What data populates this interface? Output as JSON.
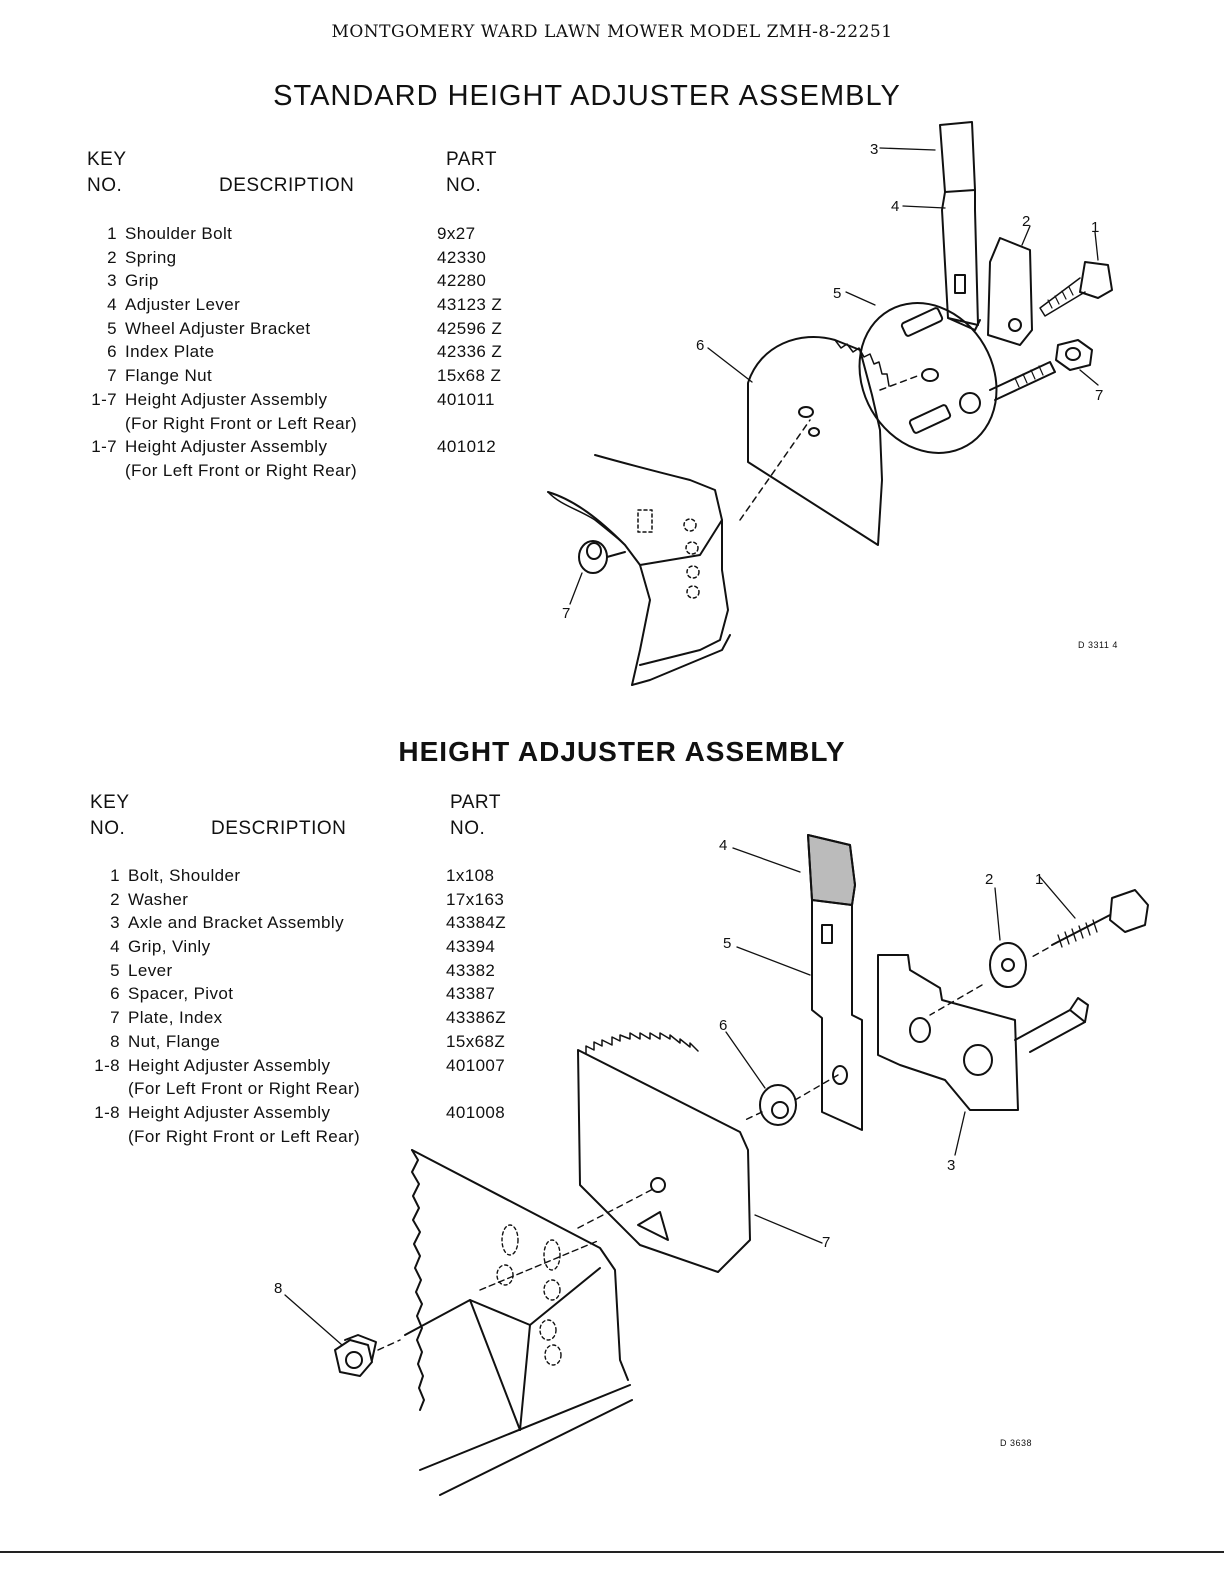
{
  "header": "MONTGOMERY WARD LAWN MOWER MODEL ZMH-8-22251",
  "section1": {
    "title": "STANDARD HEIGHT ADJUSTER ASSEMBLY",
    "col_key": [
      "KEY",
      "NO."
    ],
    "col_desc": "DESCRIPTION",
    "col_part": [
      "PART",
      "NO."
    ],
    "rows": [
      {
        "key": "1",
        "desc": "Shoulder Bolt",
        "part": "9x27"
      },
      {
        "key": "2",
        "desc": "Spring",
        "part": "42330"
      },
      {
        "key": "3",
        "desc": "Grip",
        "part": "42280"
      },
      {
        "key": "4",
        "desc": "Adjuster Lever",
        "part": "43123 Z"
      },
      {
        "key": "5",
        "desc": "Wheel Adjuster Bracket",
        "part": "42596 Z"
      },
      {
        "key": "6",
        "desc": "Index Plate",
        "part": "42336 Z"
      },
      {
        "key": "7",
        "desc": "Flange Nut",
        "part": "15x68 Z"
      },
      {
        "key": "1-7",
        "desc": "Height Adjuster Assembly",
        "part": "401011"
      },
      {
        "key": "",
        "desc": "(For Right Front or Left Rear)",
        "part": ""
      },
      {
        "key": "1-7",
        "desc": "Height Adjuster Assembly",
        "part": "401012"
      },
      {
        "key": "",
        "desc": "(For Left Front or Right Rear)",
        "part": ""
      }
    ],
    "callouts": [
      "1",
      "2",
      "3",
      "4",
      "5",
      "6",
      "7",
      "7"
    ],
    "drawing_code": "D 3311 4"
  },
  "section2": {
    "title": "HEIGHT ADJUSTER ASSEMBLY",
    "col_key": [
      "KEY",
      "NO."
    ],
    "col_desc": "DESCRIPTION",
    "col_part": [
      "PART",
      "NO."
    ],
    "rows": [
      {
        "key": "1",
        "desc": "Bolt, Shoulder",
        "part": "1x108"
      },
      {
        "key": "2",
        "desc": "Washer",
        "part": "17x163"
      },
      {
        "key": "3",
        "desc": "Axle and Bracket Assembly",
        "part": "43384Z"
      },
      {
        "key": "4",
        "desc": "Grip, Vinly",
        "part": "43394"
      },
      {
        "key": "5",
        "desc": "Lever",
        "part": "43382"
      },
      {
        "key": "6",
        "desc": "Spacer, Pivot",
        "part": "43387"
      },
      {
        "key": "7",
        "desc": "Plate, Index",
        "part": "43386Z"
      },
      {
        "key": "8",
        "desc": "Nut, Flange",
        "part": "15x68Z"
      },
      {
        "key": "1-8",
        "desc": "Height Adjuster Assembly",
        "part": "401007"
      },
      {
        "key": "",
        "desc": "(For Left Front or Right Rear)",
        "part": ""
      },
      {
        "key": "1-8",
        "desc": "Height Adjuster Assembly",
        "part": "401008"
      },
      {
        "key": "",
        "desc": "(For Right Front or Left Rear)",
        "part": ""
      }
    ],
    "callouts": [
      "1",
      "2",
      "3",
      "4",
      "5",
      "6",
      "7",
      "8"
    ],
    "drawing_code": "D 3638"
  }
}
